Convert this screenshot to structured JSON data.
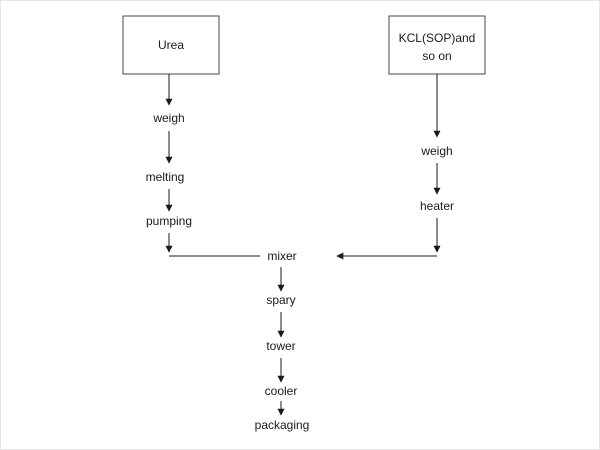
{
  "diagram": {
    "title": "process-flowchart",
    "boxes": {
      "urea": {
        "label": "Urea"
      },
      "kcl": {
        "line1": "KCL(SOP)and",
        "line2": "so on"
      }
    },
    "labels": {
      "weigh_left": "weigh",
      "melting": "melting",
      "pumping": "pumping",
      "weigh_right": "weigh",
      "heater": "heater",
      "mixer": "mixer",
      "spary": "spary",
      "tower": "tower",
      "cooler": "cooler",
      "packaging": "packaging"
    },
    "edges": [
      "urea -> weigh_left",
      "weigh_left -> melting",
      "melting -> pumping",
      "pumping -> mixer",
      "kcl -> weigh_right",
      "weigh_right -> heater",
      "heater -> mixer",
      "mixer -> spary",
      "spary -> tower",
      "tower -> cooler",
      "cooler -> packaging"
    ],
    "colors": {
      "background": "#ffffff",
      "line": "#1a1a1a",
      "text": "#1a1a1a",
      "box_border": "#4a4a4a",
      "box_fill": "#ffffff"
    }
  }
}
